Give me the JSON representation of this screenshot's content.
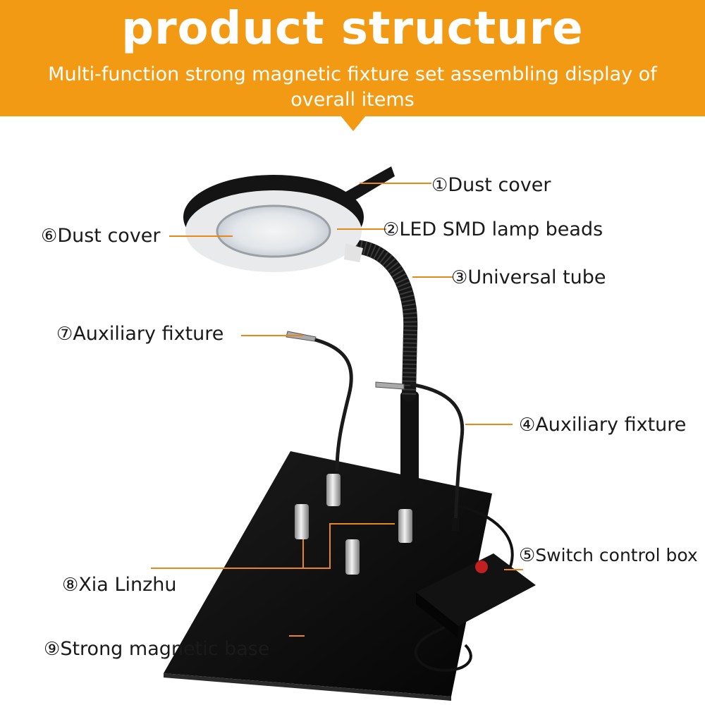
{
  "header": {
    "title": "product structure",
    "subtitle": "Multi-function strong magnetic fixture set assembling display of overall items"
  },
  "colors": {
    "banner": "#f39a15",
    "leader_line": "#e8871a",
    "text": "#1a1a1a",
    "base": "#0d0d0d"
  },
  "callouts": [
    {
      "num": "①",
      "label": "Dust cover"
    },
    {
      "num": "②",
      "label": "LED SMD lamp beads"
    },
    {
      "num": "③",
      "label": "Universal tube"
    },
    {
      "num": "④",
      "label": "Auxiliary fixture"
    },
    {
      "num": "⑤",
      "label": "Switch control box"
    },
    {
      "num": "⑥",
      "label": "Dust cover"
    },
    {
      "num": "⑦",
      "label": "Auxiliary fixture"
    },
    {
      "num": "⑧",
      "label": "Xia Linzhu"
    },
    {
      "num": "⑨",
      "label": "Strong magnetic base"
    }
  ]
}
